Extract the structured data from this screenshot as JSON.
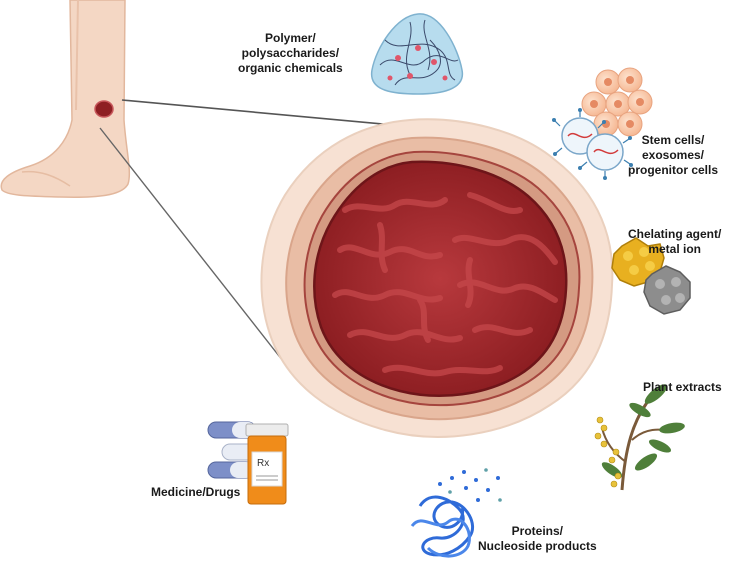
{
  "labels": {
    "polymer": [
      "Polymer/",
      "polysaccharides/",
      "organic chemicals"
    ],
    "stem_cells": [
      "Stem cells/",
      "exosomes/",
      "progenitor cells"
    ],
    "chelating": [
      "Chelating agent/",
      "metal ion"
    ],
    "plant": [
      "Plant extracts"
    ],
    "medicine": [
      "Medicine/Drugs"
    ],
    "proteins": [
      "Proteins/",
      "Nucleoside products"
    ]
  },
  "icons": {
    "leg": "leg-with-wound-icon",
    "wound": "wound-closeup-icon",
    "polymer": "hydrogel-polymer-icon",
    "stem_cells": "stem-cell-cluster-icon",
    "exosomes": "exosome-icon",
    "chelating": "metal-ion-crystal-icon",
    "plant": "plant-branch-icon",
    "medicine": "pill-bottle-icon",
    "proteins": "protein-structure-icon"
  },
  "colors": {
    "wound_dark": "#8c1f22",
    "wound_mid": "#b23a3c",
    "skin": "#f3d6c2",
    "skin_edge": "#e4b89e",
    "gold": "#e8b020",
    "grey": "#8a8a8a",
    "capsule_blue": "#7d8fc8",
    "bottle_orange": "#f08c1a",
    "protein_blue": "#2f6bd8",
    "hydrogel": "#a9d3e8"
  },
  "rx_symbol": "Rx"
}
